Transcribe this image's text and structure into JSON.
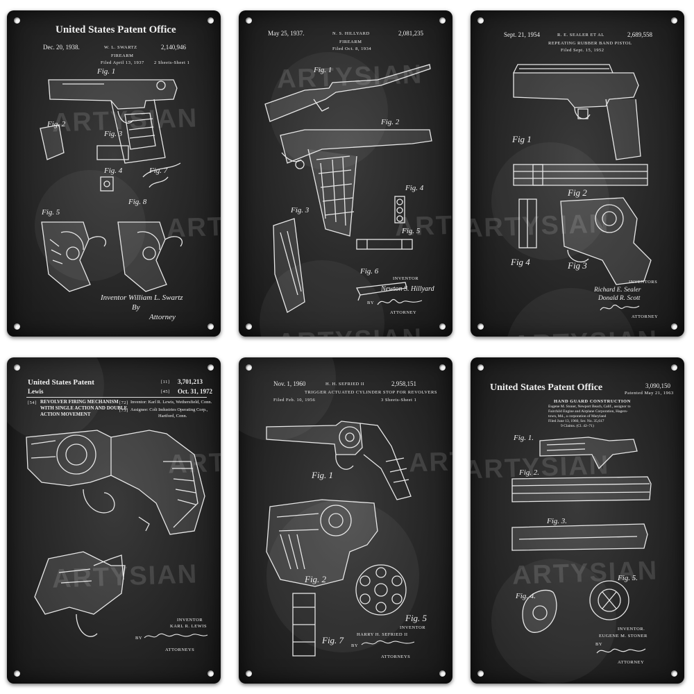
{
  "watermark": "ARTYSIAN",
  "colors": {
    "background": "#ffffff",
    "sign": "#262626",
    "line": "#e8e8e8"
  },
  "signs": [
    {
      "header": "United States Patent Office",
      "date": "Dec. 20, 1938.",
      "inventor_top": "W. L. SWARTZ",
      "patent_no": "2,140,946",
      "subject": "FIREARM",
      "filed": "Filed April 13, 1937",
      "sheets": "2 Sheets-Sheet 1",
      "figs": [
        "Fig. 1",
        "Fig. 2",
        "Fig. 3",
        "Fig. 4",
        "Fig. 7",
        "Fig. 8",
        "Fig. 5"
      ],
      "signature": "Inventor William L. Swartz",
      "by": "By",
      "attorney": "Attorney"
    },
    {
      "date": "May 25, 1937.",
      "inventor_top": "N. S. HILLYARD",
      "patent_no": "2,081,235",
      "subject": "FIREARM",
      "filed": "Filed Oct. 8, 1934",
      "figs": [
        "Fig. 1",
        "Fig. 2",
        "Fig. 4",
        "Fig. 3",
        "Fig. 5",
        "Fig. 6"
      ],
      "inventor_label": "INVENTOR",
      "inventor_name": "Newton S. Hillyard",
      "by": "BY",
      "attorney": "ATTORNEY"
    },
    {
      "date": "Sept. 21, 1954",
      "inventor_top": "R. E. SEALER ET AL",
      "patent_no": "2,689,558",
      "subject": "REPEATING RUBBER BAND PISTOL",
      "filed": "Filed Sept. 15, 1952",
      "figs": [
        "Fig 1",
        "Fig 2",
        "Fig 4",
        "Fig 3"
      ],
      "inventor_label": "INVENTORS",
      "inventor_names": [
        "Richard E. Sealer",
        "Donald R. Scott"
      ],
      "attorney": "ATTORNEY"
    },
    {
      "header": "United States Patent",
      "name": "Lewis",
      "field11": "[11]",
      "patent_no": "3,701,213",
      "field45": "[45]",
      "date": "Oct. 31, 1972",
      "field54": "[54]",
      "title": "REVOLVER FIRING MECHANISM WITH SINGLE ACTION AND DOUBLE ACTION MOVEMENT",
      "title_lines": [
        "REVOLVER FIRING MECHANISM",
        "WITH SINGLE ACTION AND DOUBLE",
        "ACTION MOVEMENT"
      ],
      "field72": "[72]",
      "inventor_field": "Inventor: Karl R. Lewis, Wethersfield, Conn.",
      "field73": "[73]",
      "assignee_field": "Assignee: Colt Industries Operating Corp.,",
      "assignee_city": "Hartford, Conn.",
      "inventor_label": "INVENTOR",
      "inventor_name": "KARL R. LEWIS",
      "by": "BY",
      "attorneys": "ATTORNEYS"
    },
    {
      "date": "Nov. 1, 1960",
      "inventor_top": "H. H. SEFRIED II",
      "patent_no": "2,958,151",
      "subject": "TRIGGER ACTUATED CYLINDER STOP FOR REVOLVERS",
      "filed": "Filed Feb. 10, 1956",
      "sheets": "3 Sheets-Sheet 1",
      "figs": [
        "Fig. 1",
        "Fig. 2",
        "Fig. 5",
        "Fig. 7"
      ],
      "inventor_label": "INVENTOR",
      "inventor_name": "HARRY H. SEFRIED II",
      "by": "BY",
      "attorneys": "ATTORNEYS"
    },
    {
      "header": "United States Patent Office",
      "patent_no": "3,090,150",
      "patented": "Patented May 21, 1963",
      "title": "HAND GUARD CONSTRUCTION",
      "body_lines": [
        "Eugene M. Stoner, Newport Beach, Calif., assignor to",
        "Fairchild Engine and Airplane Corporation, Hagers-",
        "town, Md., a corporation of Maryland",
        "Filed June 13, 1960, Ser. No. 35,617",
        "9 Claims. (Cl. 42–71)"
      ],
      "figs": [
        "Fig. 1.",
        "Fig. 2.",
        "Fig. 3.",
        "Fig. 4.",
        "Fig. 5."
      ],
      "inventor_label": "INVENTOR.",
      "inventor_name": "EUGENE M. STONER",
      "by": "BY",
      "attorney": "ATTORNEY"
    }
  ]
}
